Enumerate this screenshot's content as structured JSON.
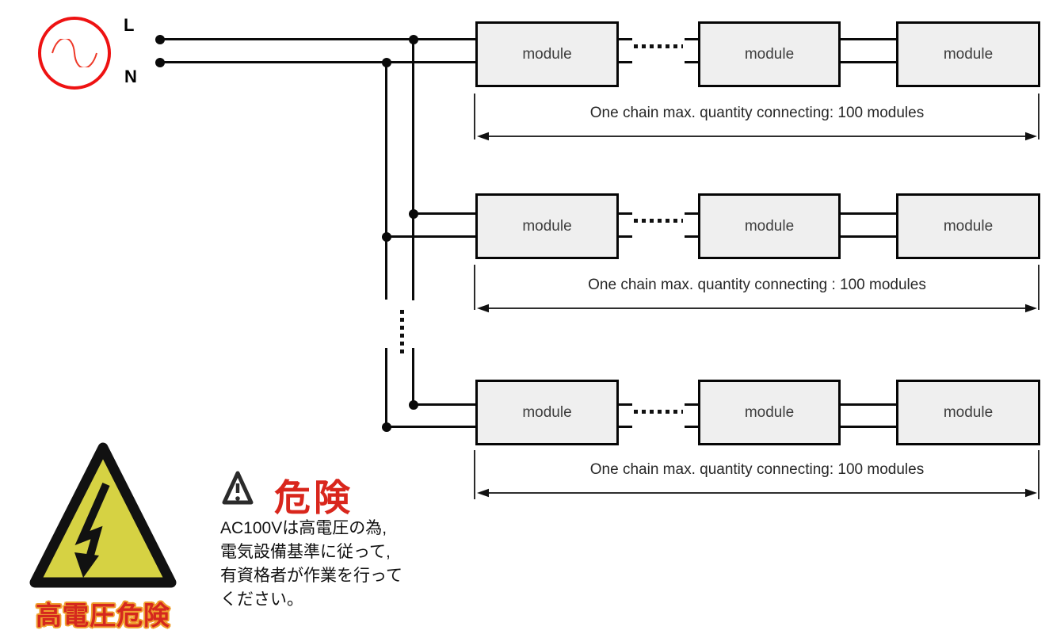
{
  "diagram": {
    "source": {
      "l": "L",
      "n": "N"
    },
    "chains": [
      {
        "modules": [
          "module",
          "module",
          "module"
        ],
        "label": "One chain max. quantity connecting: 100 modules"
      },
      {
        "modules": [
          "module",
          "module",
          "module"
        ],
        "label": "One chain max. quantity connecting : 100 modules"
      },
      {
        "modules": [
          "module",
          "module",
          "module"
        ],
        "label": "One chain max. quantity connecting: 100 modules"
      }
    ]
  },
  "warning": {
    "sign_caption": "高電圧危険",
    "heading": "危険",
    "body": [
      "AC100Vは高電圧の為,",
      "電気設備基準に従って,",
      "有資格者が作業を行って",
      "ください。"
    ]
  },
  "colors": {
    "wire": "#0a0a0a",
    "source_red": "#ee1212",
    "module_fill": "#efefef",
    "module_border": "#050505",
    "module_text": "#3d3d3d",
    "danger_red": "#d9261c",
    "sign_yellow": "#d6d243",
    "caption_red": "#d5281e",
    "caption_outline": "#f0a030"
  }
}
